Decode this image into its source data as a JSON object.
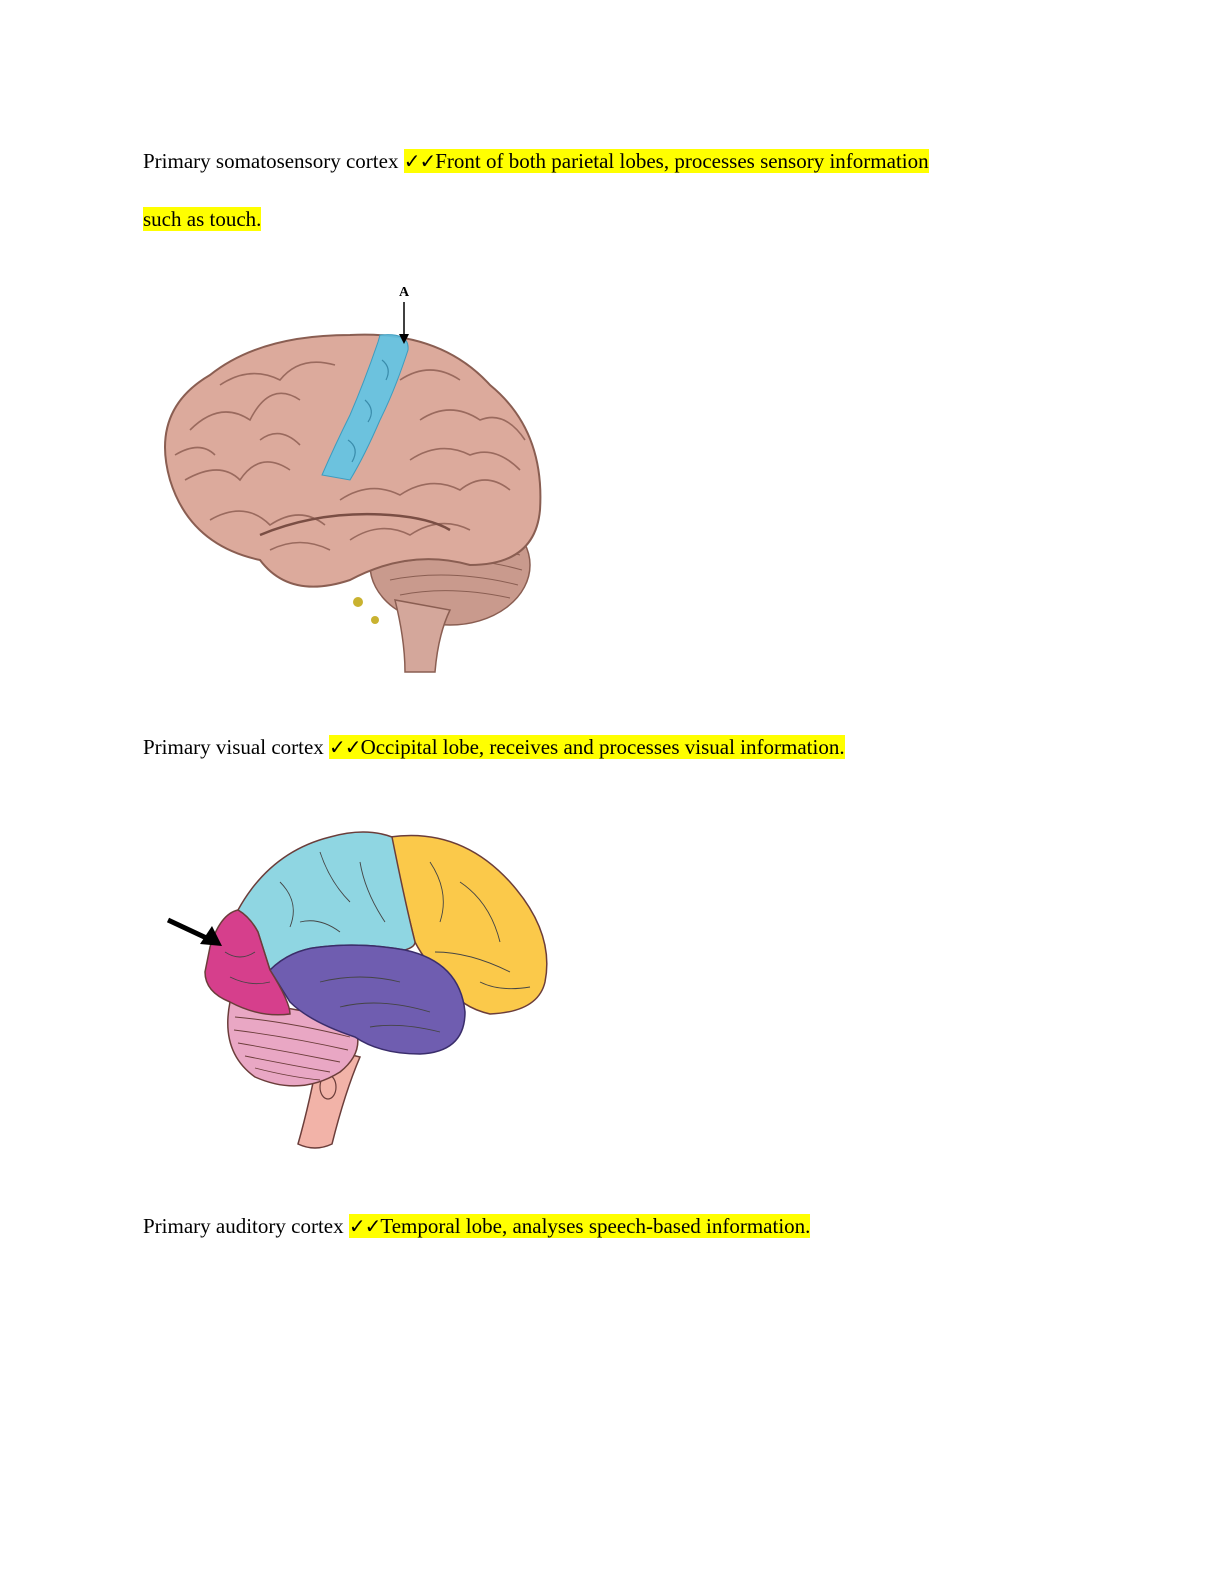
{
  "blocks": [
    {
      "term": "Primary somatosensory cortex",
      "check": "✓✓",
      "answer_line1": "Front of both parietal lobes, processes sensory information",
      "answer_line2": "such as touch."
    },
    {
      "figure_label": "A"
    },
    {
      "term": "Primary visual cortex",
      "check": "✓✓",
      "answer": "Occipital lobe, receives and processes visual information."
    },
    {
      "term": "Primary auditory cortex",
      "check": "✓✓",
      "answer": "Temporal lobe, analyses speech-based information."
    }
  ],
  "colors": {
    "highlight": "#ffff00",
    "brain_tissue": "#d9a79a",
    "somatosensory_strip": "#5fc4e6",
    "parietal_lobe": "#8fd6e2",
    "frontal_lobe": "#fbc94a",
    "temporal_lobe": "#6f5db0",
    "occipital_lobe": "#d63f8c",
    "cerebellum": "#e9a7c4",
    "brainstem": "#f2b3a8"
  }
}
